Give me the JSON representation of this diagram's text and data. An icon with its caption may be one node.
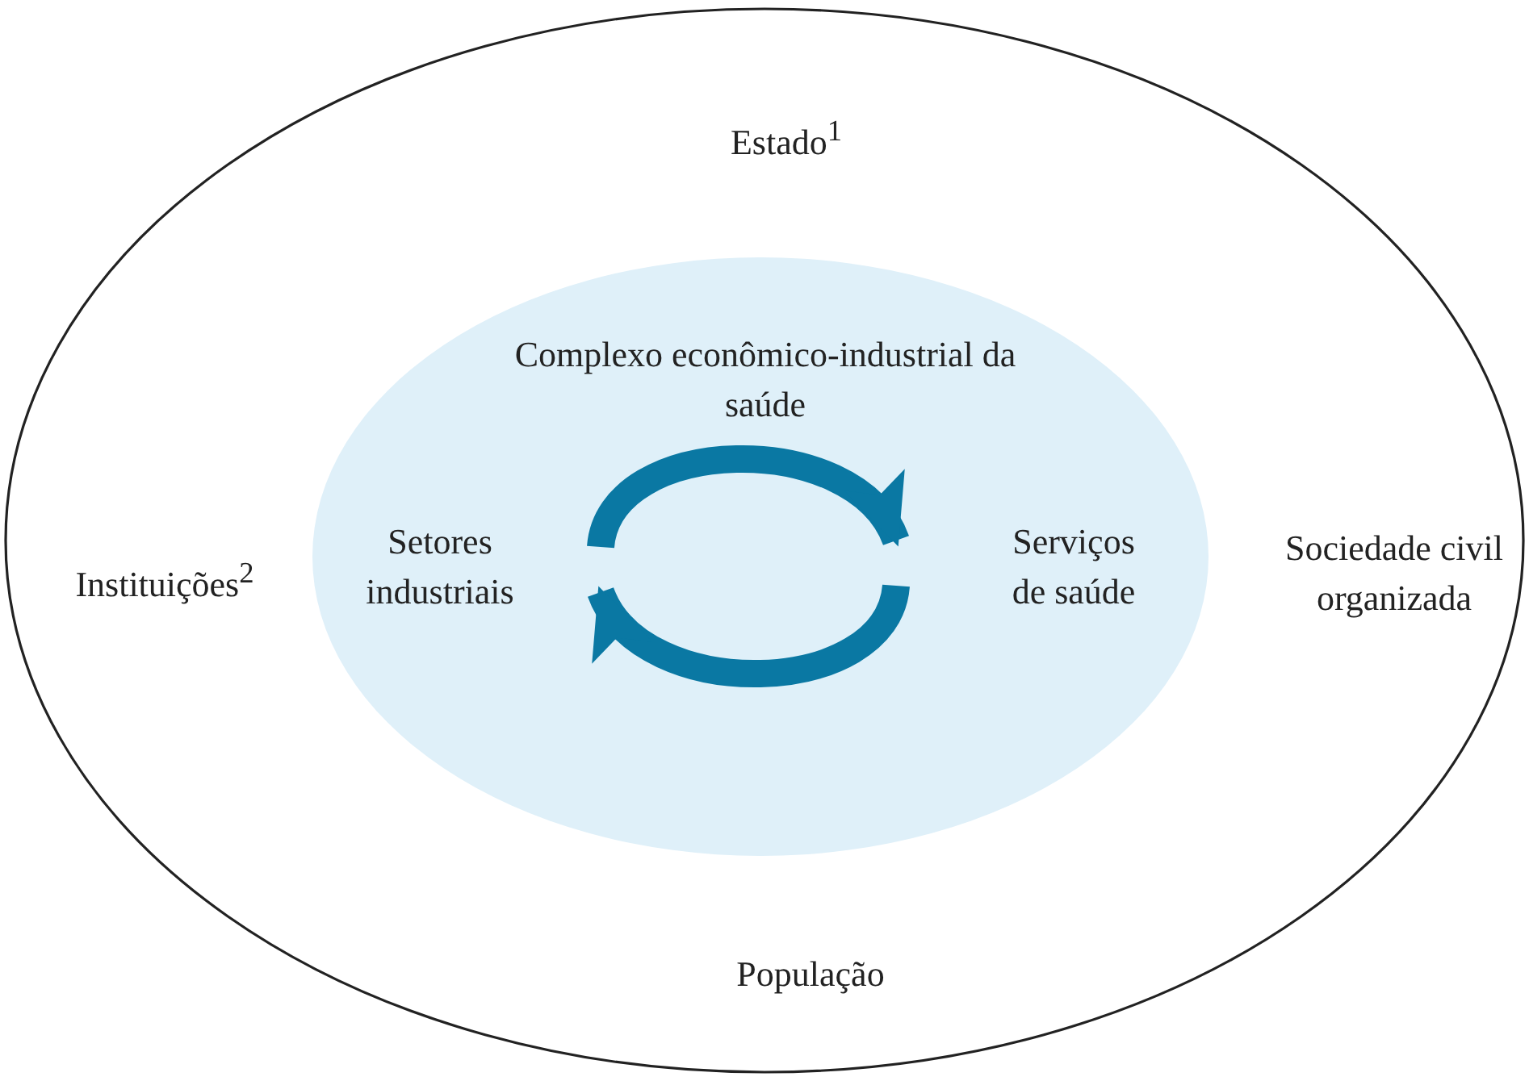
{
  "diagram": {
    "nodes": [
      {
        "text": [
          "Estado$^{1}$",
          "Instituições$^{2}$",
          "Sociedade civil organizada",
          "População"
        ]
      },
      {
        "text": [
          "Complexo econômico-industrial da saúde"
        ],
        "in": 0
      },
      {
        "text": [
          "Setores industriais"
        ],
        "in": 1
      },
      {
        "text": [
          "Serviços de saúde"
        ],
        "in": 1
      }
    ],
    "edges": [
      {
        "from": 2,
        "to": 3,
        "arrow": "to"
      },
      {
        "from": 3,
        "to": 2,
        "arrow": "to"
      }
    ]
  }
}
